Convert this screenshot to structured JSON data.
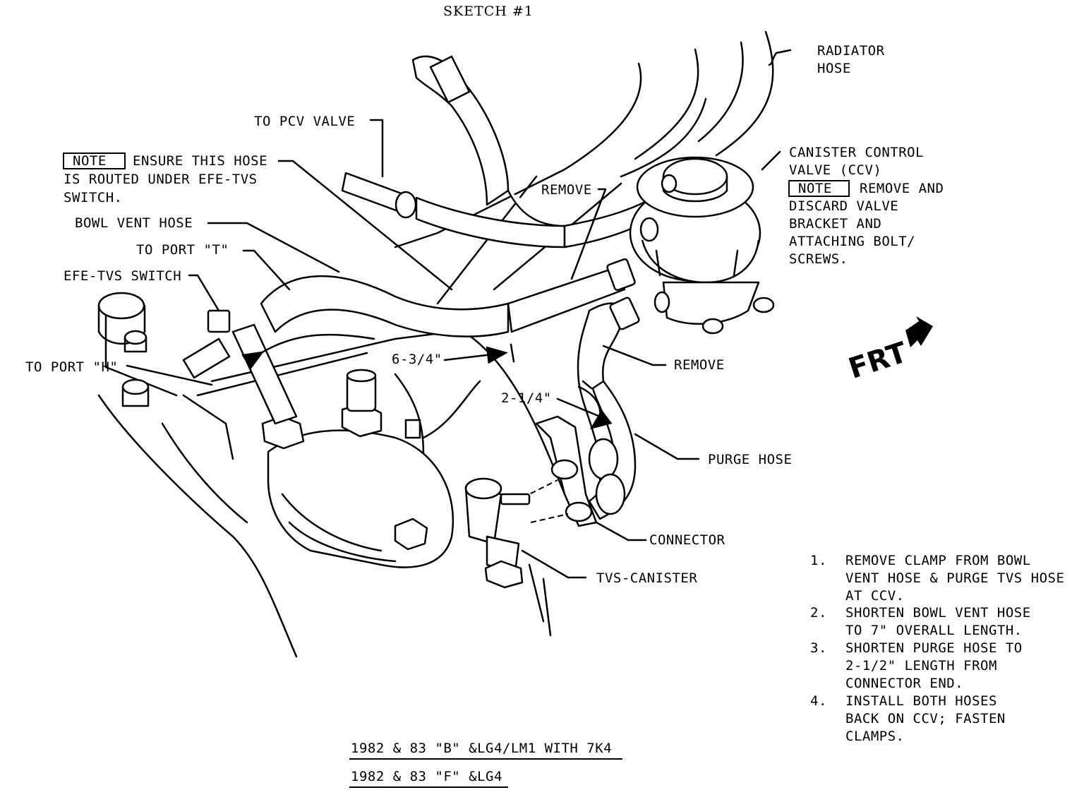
{
  "title": "SKETCH #1",
  "labels": {
    "radiator_hose": [
      "RADIATOR",
      "HOSE"
    ],
    "to_pcv_valve": "TO PCV VALVE",
    "note_ensure": {
      "tag": "NOTE",
      "lines": [
        "ENSURE THIS HOSE",
        "IS ROUTED UNDER EFE-TVS",
        "SWITCH."
      ]
    },
    "bowl_vent_hose": "BOWL VENT HOSE",
    "to_port_t": "TO PORT \"T\"",
    "efe_tvs_switch": "EFE-TVS SWITCH",
    "to_port_h": "TO PORT \"H\"",
    "remove_top": "REMOVE",
    "remove_right": "REMOVE",
    "ccv": {
      "lines": [
        "CANISTER CONTROL",
        "VALVE (CCV)"
      ],
      "note_tag": "NOTE",
      "note_first": "REMOVE AND",
      "note_lines": [
        "DISCARD VALVE",
        "BRACKET AND",
        "ATTACHING BOLT/",
        "SCREWS."
      ]
    },
    "dim_6_3_4": "6-3/4\"",
    "dim_2_1_4": "2-1/4\"",
    "purge_hose": "PURGE HOSE",
    "connector": "CONNECTOR",
    "tvs_canister": "TVS-CANISTER",
    "frt": "FRT"
  },
  "instructions": [
    {
      "num": "1.",
      "lines": [
        "REMOVE CLAMP FROM BOWL",
        "VENT HOSE & PURGE TVS HOSE",
        "AT CCV."
      ]
    },
    {
      "num": "2.",
      "lines": [
        "SHORTEN BOWL VENT HOSE",
        "TO 7\" OVERALL LENGTH."
      ]
    },
    {
      "num": "3.",
      "lines": [
        "SHORTEN PURGE HOSE TO",
        "2-1/2\" LENGTH FROM",
        "CONNECTOR END."
      ]
    },
    {
      "num": "4.",
      "lines": [
        "INSTALL BOTH HOSES",
        "BACK ON CCV; FASTEN",
        "CLAMPS."
      ]
    }
  ],
  "applications": [
    "1982 & 83 \"B\" &LG4/LM1 WITH 7K4",
    "1982 & 83 \"F\" &LG4"
  ]
}
